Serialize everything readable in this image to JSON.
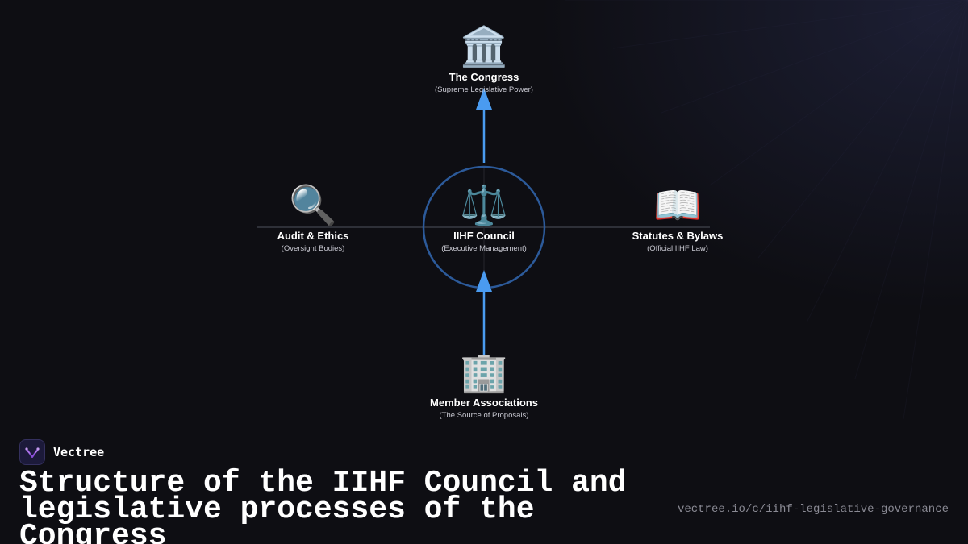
{
  "diagram": {
    "nodes": {
      "congress": {
        "icon": "classical-building-icon",
        "emoji": "🏛️",
        "title": "The Congress",
        "subtitle": "(Supreme Legislative Power)"
      },
      "council": {
        "icon": "balance-scale-icon",
        "emoji": "⚖️",
        "title": "IIHF Council",
        "subtitle": "(Executive Management)"
      },
      "audit": {
        "icon": "magnifying-glass-icon",
        "emoji": "🔍",
        "title": "Audit & Ethics",
        "subtitle": "(Oversight Bodies)"
      },
      "statutes": {
        "icon": "open-book-icon",
        "emoji": "📖",
        "title": "Statutes & Bylaws",
        "subtitle": "(Official IIHF Law)"
      },
      "members": {
        "icon": "office-building-icon",
        "emoji": "🏢",
        "title": "Member Associations",
        "subtitle": "(The Source of Proposals)"
      }
    },
    "edges": [
      {
        "from": "members",
        "to": "council",
        "arrow": true
      },
      {
        "from": "council",
        "to": "congress",
        "arrow": true
      },
      {
        "from": "audit",
        "to": "statutes",
        "arrow": false
      }
    ],
    "colors": {
      "arrow": "#4a9bf0",
      "circle": "#2c5a9a",
      "connector": "#2e3038"
    }
  },
  "brand": {
    "name": "Vectree",
    "logo_icon": "vectree-logo-icon",
    "logo_color": "#8a4fd8"
  },
  "headline": "Structure of the IIHF Council and legislative processes of the Congress",
  "source_url": "vectree.io/c/iihf-legislative-governance"
}
